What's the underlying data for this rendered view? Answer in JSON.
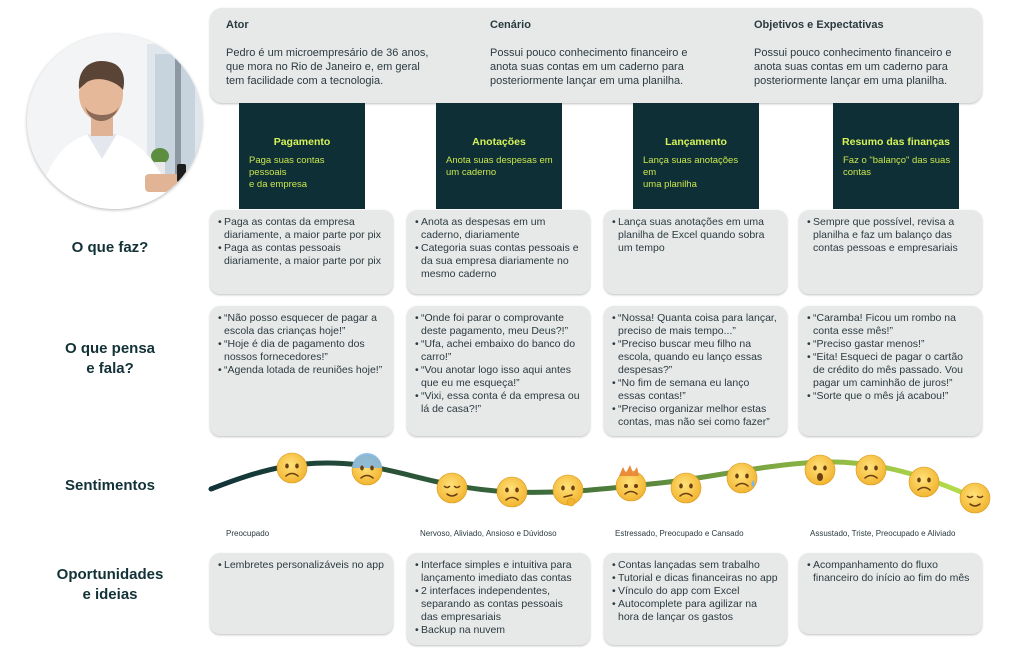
{
  "header": {
    "actor_title": "Ator",
    "actor_text": [
      "Pedro é um microempresário de 36 anos,",
      "que mora no Rio de Janeiro e, em geral",
      "tem facilidade com a tecnologia."
    ],
    "scenario_title": "Cenário",
    "scenario_text": [
      "Possui pouco conhecimento financeiro e",
      "anota suas contas em um caderno para",
      "posteriormente lançar em uma planilha."
    ],
    "goals_title": "Objetivos e Expectativas",
    "goals_text": [
      "Possui pouco conhecimento financeiro e",
      "anota suas contas em um caderno para",
      "posteriormente lançar em uma planilha."
    ]
  },
  "stages": [
    {
      "title": "Pagamento",
      "desc": [
        "Paga suas contas pessoais",
        "e da empresa"
      ]
    },
    {
      "title": "Anotações",
      "desc": [
        "Anota suas despesas em",
        "um caderno"
      ]
    },
    {
      "title": "Lançamento",
      "desc": [
        "Lança suas anotações em",
        "uma planilha"
      ]
    },
    {
      "title": "Resumo das finanças",
      "desc": [
        "Faz o \"balanço\" das suas",
        "contas"
      ]
    }
  ],
  "rows": {
    "does": "O que faz?",
    "thinks": [
      "O que pensa",
      "e fala?"
    ],
    "feelings": "Sentimentos",
    "opportunities": [
      "Oportunidades",
      "e ideias"
    ]
  },
  "does": [
    [
      "Paga as contas da empresa diariamente, a maior parte por pix",
      "Paga as contas pessoais diariamente, a maior parte por pix"
    ],
    [
      "Anota as despesas em um caderno, diariamente",
      "Categoria suas contas pessoais e da sua empresa diariamente no mesmo caderno"
    ],
    [
      "Lança suas anotações em uma planilha de Excel quando sobra um tempo"
    ],
    [
      "Sempre que possível, revisa a planilha e faz um balanço das contas pessoas e empresariais"
    ]
  ],
  "thinks": [
    [
      "“Não posso esquecer de pagar a escola das crianças hoje!”",
      "“Hoje é dia de pagamento dos nossos fornecedores!”",
      "“Agenda lotada de reuniões hoje!”"
    ],
    [
      "“Onde foi parar o comprovante deste pagamento, meu Deus?!”",
      "“Ufa, achei embaixo do banco do carro!”",
      "“Vou anotar logo isso aqui antes que eu me esqueça!”",
      "“Vixi, essa conta é da empresa ou lá de casa?!”"
    ],
    [
      "“Nossa! Quanta coisa para lançar, preciso de mais tempo...”",
      "“Preciso buscar meu filho na escola, quando eu lanço essas despesas?”",
      "“No fim de semana eu lanço essas contas!”",
      "“Preciso organizar melhor estas contas, mas não sei como fazer”"
    ],
    [
      "“Caramba! Ficou um rombo na conta esse mês!”",
      "“Preciso gastar menos!”",
      "“Eita! Esqueci de pagar o cartão de crédito do mês passado. Vou pagar um caminhão de juros!”",
      "“Sorte que o mês já acabou!”"
    ]
  ],
  "feelings": [
    "Preocupado",
    "Nervoso, Aliviado, Ansioso e Dúvidoso",
    "Estressado, Preocupado e Cansado",
    "Assustado, Triste, Preocupado e Aliviado"
  ],
  "opportunities": [
    [
      "Lembretes personalizáveis no app"
    ],
    [
      "Interface simples e intuitiva para lançamento imediato das contas",
      "2 interfaces independentes, separando as contas pessoais das empresariais",
      "Backup na nuvem"
    ],
    [
      "Contas lançadas sem trabalho",
      "Tutorial e dicas financeiras no app",
      "Vínculo do app com Excel",
      "Autocomplete para agilizar na hora de lançar os gastos"
    ],
    [
      "Acompanhamento do fluxo financeiro do início ao fim do mês"
    ]
  ],
  "emotions": [
    "worried",
    "anxious-sweat",
    "relieved",
    "worried",
    "thinking",
    "exploding-head",
    "worried",
    "tired-sweat",
    "surprised",
    "sad",
    "worried",
    "relieved"
  ],
  "colors": {
    "stage_bg": "#0e2f35",
    "stage_title": "#d6f25a",
    "card_bg": "#e7e9e9",
    "label": "#123237"
  }
}
